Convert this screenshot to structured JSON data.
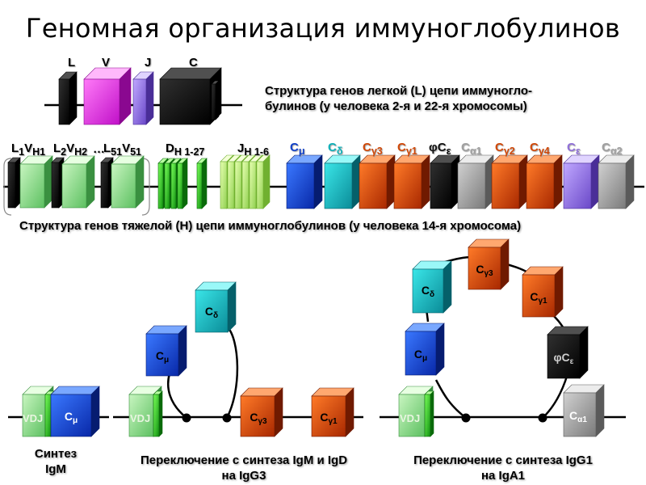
{
  "title": "Геномная организация иммуноглобулинов",
  "light_chain": {
    "segments": [
      "L",
      "V",
      "J",
      "C"
    ],
    "caption_line1": "Структура  генов легкой (L) цепи иммуногло-",
    "caption_line2": "булинов  (у человека 2-я и 22-я хромосомы)"
  },
  "heavy_chain": {
    "vh_labels": [
      {
        "main": "L",
        "sub1": "1",
        "mid": "V",
        "sub2": "H1"
      },
      {
        "main": "L",
        "sub1": "2",
        "mid": "V",
        "sub2": "H2"
      },
      {
        "main": "L",
        "sub1": "51",
        "mid": "V",
        "sub2": "51"
      }
    ],
    "ellipsis": "…",
    "dh_label": {
      "main": "D",
      "sub": "H 1-27"
    },
    "jh_label": {
      "main": "J",
      "sub": "H 1-6"
    },
    "constant_labels": [
      {
        "base": "C",
        "sub": "μ",
        "color": "#1040c8"
      },
      {
        "base": "C",
        "sub": "δ",
        "color": "#10b0b8"
      },
      {
        "base": "C",
        "sub": "γ3",
        "color": "#d04808"
      },
      {
        "base": "C",
        "sub": "γ1",
        "color": "#d04808"
      },
      {
        "base": "φC",
        "sub": "ε",
        "color": "#101010"
      },
      {
        "base": "C",
        "sub": "α1",
        "color": "#a0a0a0"
      },
      {
        "base": "C",
        "sub": "γ2",
        "color": "#d04808"
      },
      {
        "base": "C",
        "sub": "γ4",
        "color": "#d04808"
      },
      {
        "base": "C",
        "sub": "ε",
        "color": "#9070d8"
      },
      {
        "base": "C",
        "sub": "α2",
        "color": "#a0a0a0"
      }
    ],
    "caption": "Структура  генов тяжелой (Н) цепи иммуноглобулинов   (у человека 14-я хромосома)"
  },
  "panels": {
    "vdj_label": "VDJ",
    "igm": {
      "blocks": [
        {
          "base": "C",
          "sub": "μ"
        }
      ],
      "caption_line1": "Синтез",
      "caption_line2": "IgM"
    },
    "igm_to_igg3": {
      "blocks": [
        {
          "base": "C",
          "sub": "μ"
        },
        {
          "base": "C",
          "sub": "δ"
        },
        {
          "base": "C",
          "sub": "γ3"
        },
        {
          "base": "C",
          "sub": "γ1"
        }
      ],
      "caption_line1": "Переключение с синтеза IgM и IgD",
      "caption_line2": "на IgG3"
    },
    "igg1_to_iga1": {
      "blocks": [
        {
          "base": "C",
          "sub": "μ"
        },
        {
          "base": "C",
          "sub": "δ"
        },
        {
          "base": "C",
          "sub": "γ3"
        },
        {
          "base": "C",
          "sub": "γ1"
        },
        {
          "base": "φC",
          "sub": "ε"
        },
        {
          "base": "C",
          "sub": "α1"
        }
      ],
      "caption_line1": "Переключение с синтеза IgG1",
      "caption_line2": "на IgA1"
    }
  }
}
